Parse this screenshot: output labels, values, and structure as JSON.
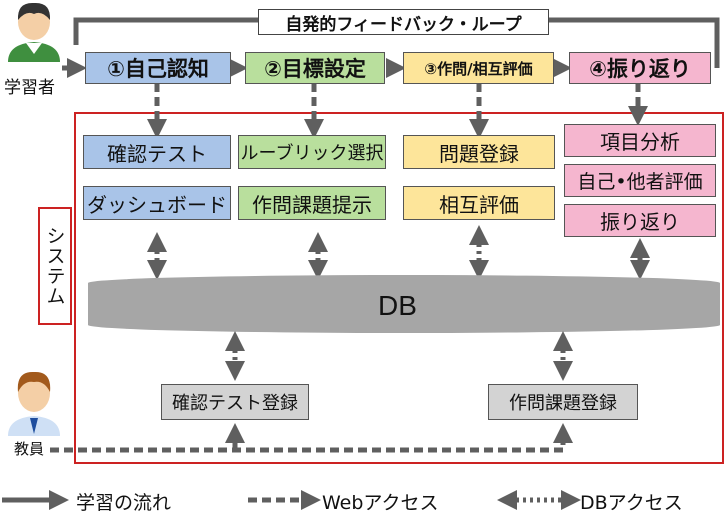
{
  "loop_label": "自発的フィードバック・ループ",
  "actors": {
    "learner": "学習者",
    "teacher": "教員"
  },
  "phases": [
    "①自己認知",
    "②目標設定",
    "③作問/相互評価",
    "④振り返り"
  ],
  "system_label": "システム",
  "functions": {
    "phase1": [
      "確認テスト",
      "ダッシュボード"
    ],
    "phase2": [
      "ルーブリック選択",
      "作問課題提示"
    ],
    "phase3": [
      "問題登録",
      "相互評価"
    ],
    "phase4": [
      "項目分析",
      "自己•他者評価",
      "振り返り"
    ]
  },
  "db_label": "DB",
  "teacher_functions": [
    "確認テスト登録",
    "作問課題登録"
  ],
  "legend": {
    "flow": "学習の流れ",
    "web": "Webアクセス",
    "db": "DBアクセス"
  },
  "colors": {
    "blue": "#a9c4e8",
    "green": "#b9df9d",
    "yellow": "#fde59a",
    "pink": "#f5b6cf",
    "grey": "#d3d3d3",
    "system_border": "#cc2222",
    "arrow": "#5f5f5f"
  }
}
